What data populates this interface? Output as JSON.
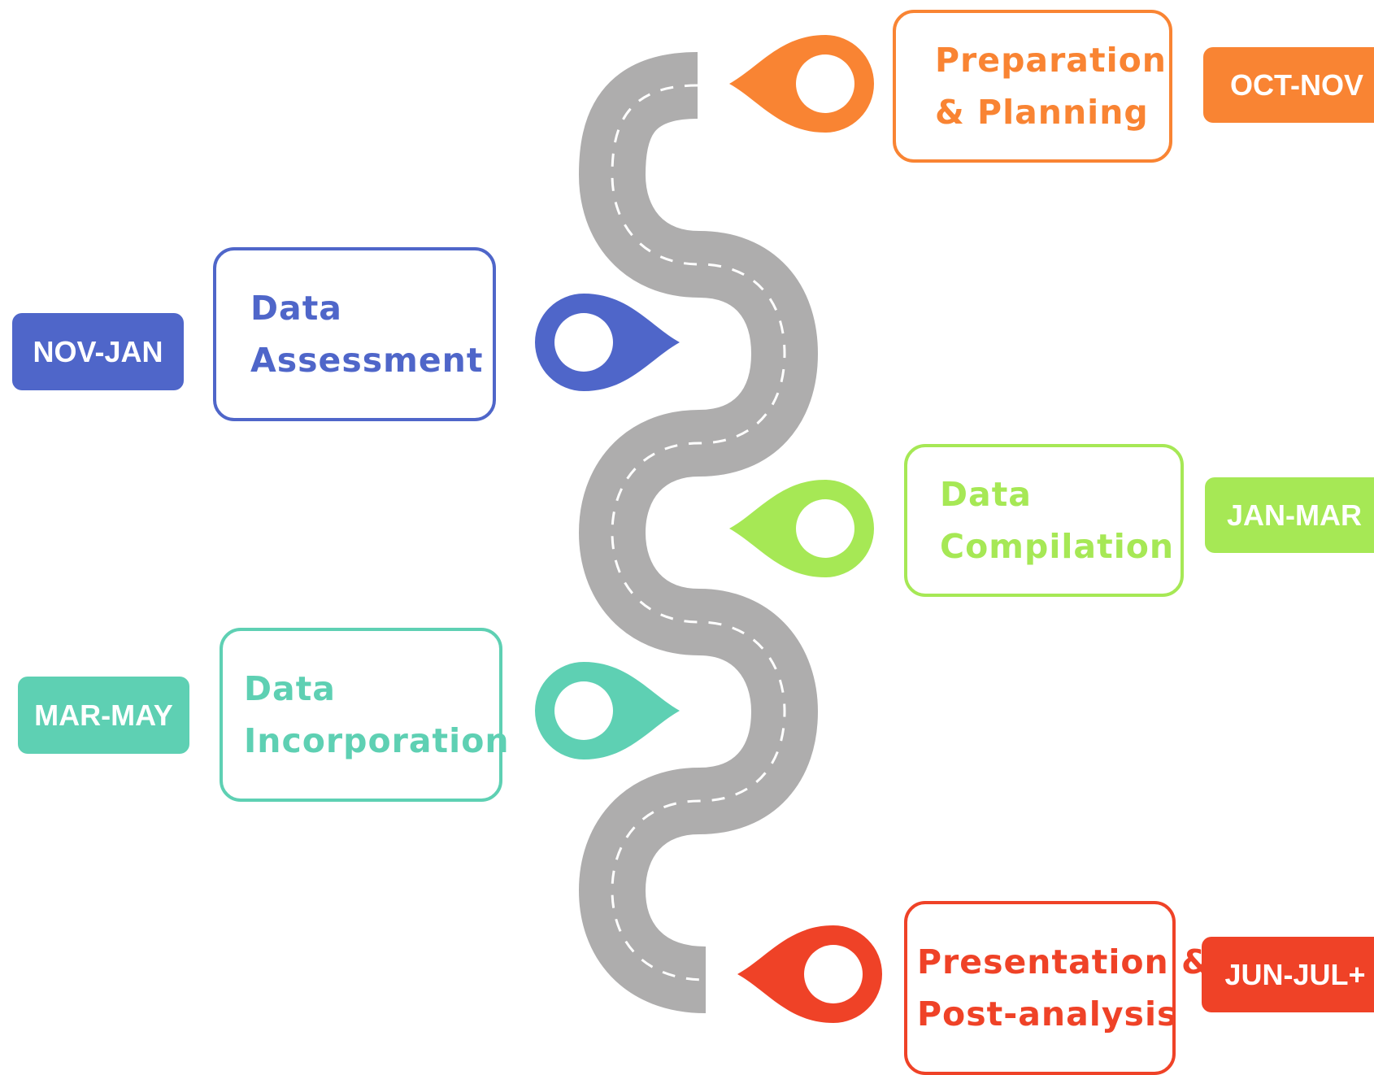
{
  "colors": {
    "road": "#aeadad",
    "road_dash": "#ffffff",
    "stage_1": "#f98433",
    "stage_2": "#4f66c9",
    "stage_3": "#a6e855",
    "stage_4": "#5ed0b3",
    "stage_5": "#ef4227"
  },
  "stages": [
    {
      "title_lines": [
        "Preparation",
        "& Planning"
      ],
      "date": "OCT-NOV",
      "pin_color": "#f98433"
    },
    {
      "title_lines": [
        "Data",
        "Assessment"
      ],
      "date": "NOV-JAN",
      "pin_color": "#4f66c9"
    },
    {
      "title_lines": [
        "Data",
        "Compilation"
      ],
      "date": "JAN-MAR",
      "pin_color": "#a6e855"
    },
    {
      "title_lines": [
        "Data",
        "Incorporation"
      ],
      "date": "MAR-MAY",
      "pin_color": "#5ed0b3"
    },
    {
      "title_lines": [
        "Presentation &",
        "Post-analysis"
      ],
      "date": "JUN-JUL+",
      "pin_color": "#ef4227"
    }
  ]
}
